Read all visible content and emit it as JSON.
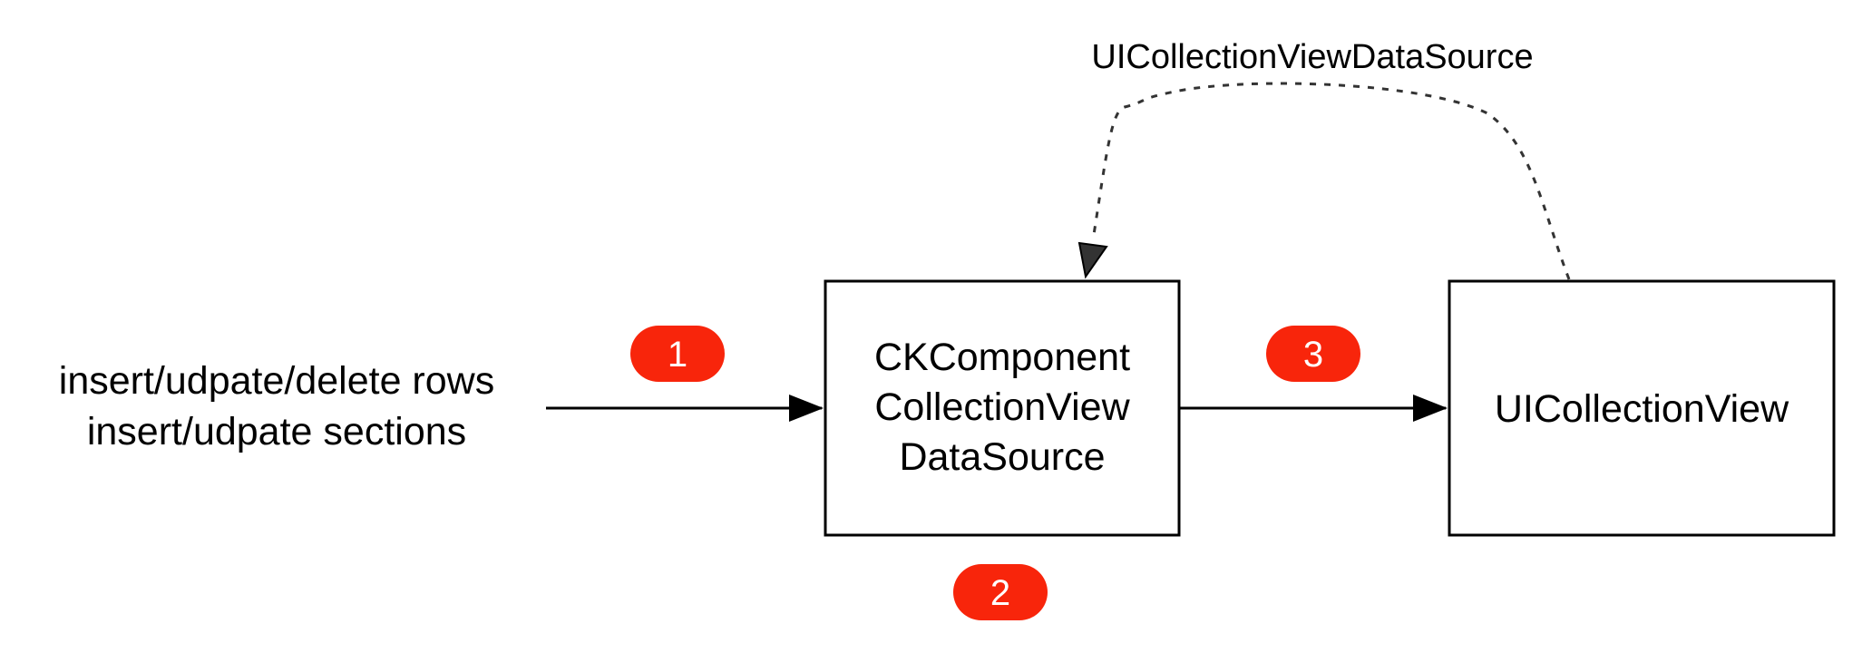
{
  "input_label": {
    "line1": "insert/udpate/delete rows",
    "line2": "insert/udpate sections"
  },
  "data_source_box": {
    "line1": "CKComponent",
    "line2": "CollectionView",
    "line3": "DataSource"
  },
  "collection_view_box": {
    "label": "UICollectionView"
  },
  "feedback_label": "UICollectionViewDataSource",
  "badges": {
    "step1": "1",
    "step2": "2",
    "step3": "3"
  },
  "colors": {
    "badge": "#f8250b",
    "stroke": "#000000",
    "dotted": "#333333"
  }
}
